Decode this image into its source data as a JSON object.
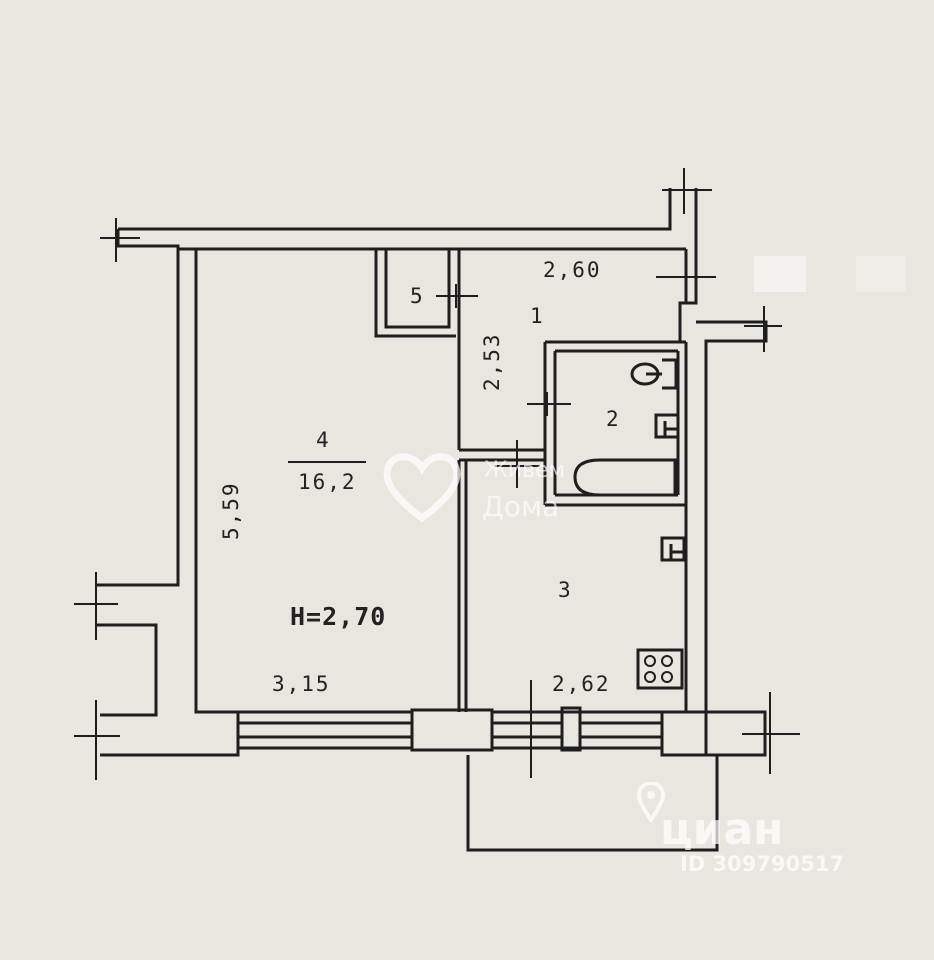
{
  "plan": {
    "ceiling_height": "H=2,70",
    "rooms": [
      {
        "number": "1",
        "label": "1"
      },
      {
        "number": "2",
        "label": "2"
      },
      {
        "number": "3",
        "label": "3"
      },
      {
        "number": "4",
        "label": "4",
        "area": "16,2"
      },
      {
        "number": "5",
        "label": "5"
      }
    ],
    "dimensions": {
      "room4_length": "5,59",
      "room4_width": "3,15",
      "room1_width": "2,60",
      "room1_length": "2,53",
      "room3_width": "2,62"
    }
  },
  "watermarks": {
    "center_line1": "Живем",
    "center_line2": "Дома",
    "brand": "циан",
    "listing_id": "ID 309790517"
  },
  "colors": {
    "paper": "#e9e6df",
    "ink": "#1e1e1e"
  }
}
